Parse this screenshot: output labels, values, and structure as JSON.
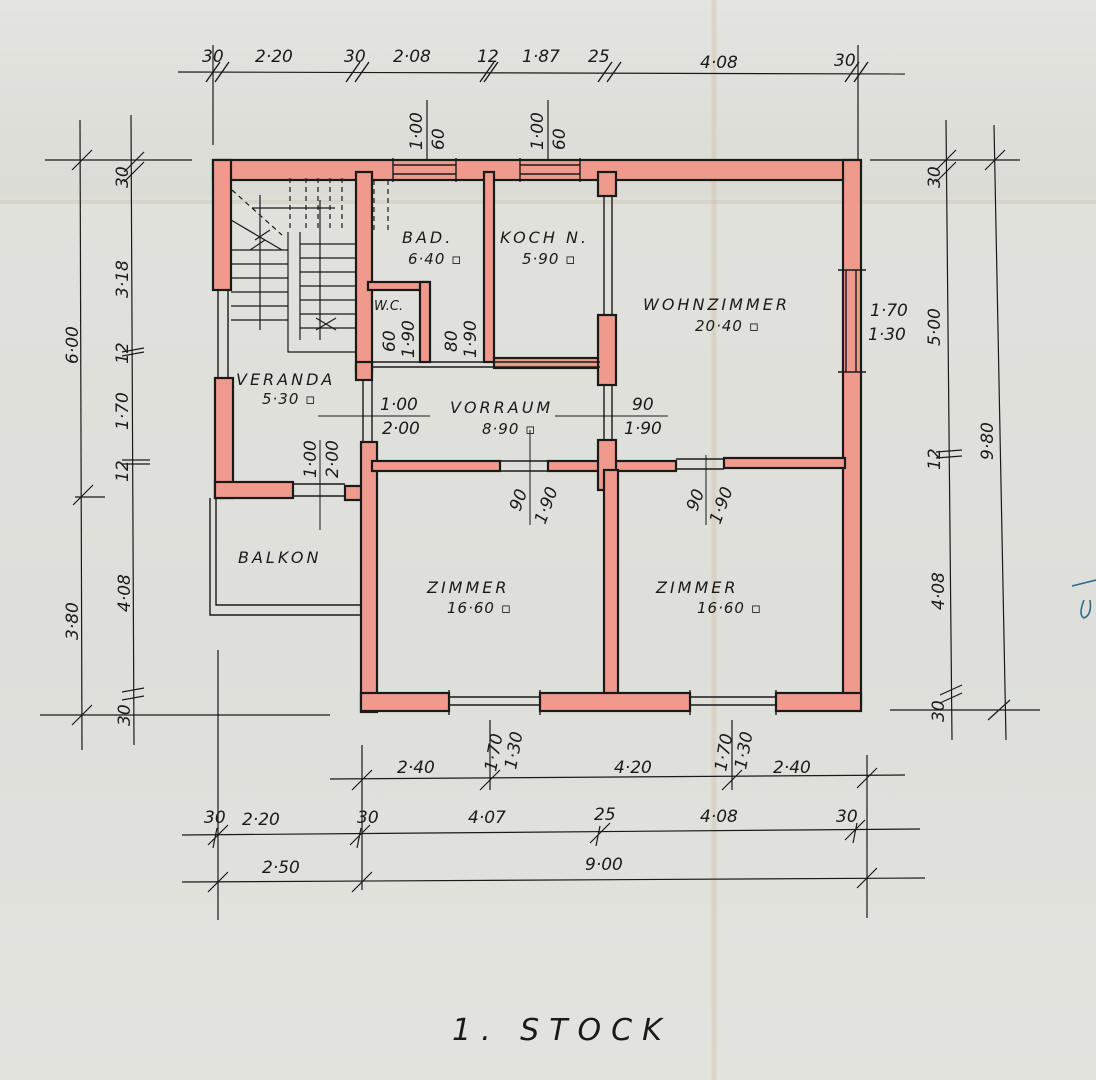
{
  "title": "1. STOCK",
  "colors": {
    "wall_fill": "#ef9a8c",
    "wall_line": "#1a1a1a",
    "paper": "#dfe0dc",
    "ink": "#1a1a1a"
  },
  "rooms": [
    {
      "name": "BAD.",
      "area": "6·40 ▫"
    },
    {
      "name": "KOCH N.",
      "area": "5·90 ▫"
    },
    {
      "name": "WOHNZIMMER",
      "area": "20·40 ▫"
    },
    {
      "name": "W.C.",
      "area": ""
    },
    {
      "name": "VERANDA",
      "area": "5·30 ▫"
    },
    {
      "name": "VORRAUM",
      "area": "8·90 ▫"
    },
    {
      "name": "BALKON",
      "area": ""
    },
    {
      "name": "ZIMMER",
      "area": "16·60 ▫"
    },
    {
      "name": "ZIMMER",
      "area": "16·60 ▫"
    }
  ],
  "dimensions": {
    "top_row": [
      "30",
      "2·20",
      "30",
      "2·08",
      "12",
      "1·87",
      "25",
      "4·08",
      "30"
    ],
    "top_windows": [
      {
        "w": "1·00",
        "h": "60"
      },
      {
        "w": "1·00",
        "h": "60"
      }
    ],
    "left_inner": [
      "30",
      "3·18",
      "12",
      "1·70",
      "12",
      "4·08",
      "30"
    ],
    "left_outer": [
      "6·00",
      "3·80"
    ],
    "right_inner": [
      "30",
      "5·00",
      "12",
      "4·08",
      "30"
    ],
    "right_outer": [
      "9·80"
    ],
    "bottom_row1": [
      "2·40",
      "4·20",
      "2·40"
    ],
    "bottom_row2": [
      "30",
      "2·20",
      "30",
      "4·07",
      "25",
      "4·08",
      "30"
    ],
    "bottom_row3": [
      "2·50",
      "9·00"
    ],
    "openings": {
      "wc_door": {
        "w": "60",
        "h": "1·90"
      },
      "bad_door": {
        "w": "80",
        "h": "1·90"
      },
      "vorraum_entry": {
        "w": "1·00",
        "h": "2·00"
      },
      "kitchen_door": {
        "w": "90",
        "h": "1·90"
      },
      "balcony_door": {
        "w": "1·00",
        "h": "2·00"
      },
      "zimmer1_door": {
        "w": "90",
        "h": "1·90"
      },
      "zimmer2_door": {
        "w": "90",
        "h": "1·90"
      },
      "wohn_window": {
        "w": "1·70",
        "h": "1·30"
      },
      "bottom_window_1": {
        "w": "1·70",
        "h": "1·30"
      },
      "bottom_window_2": {
        "w": "1·70",
        "h": "1·30"
      }
    }
  }
}
